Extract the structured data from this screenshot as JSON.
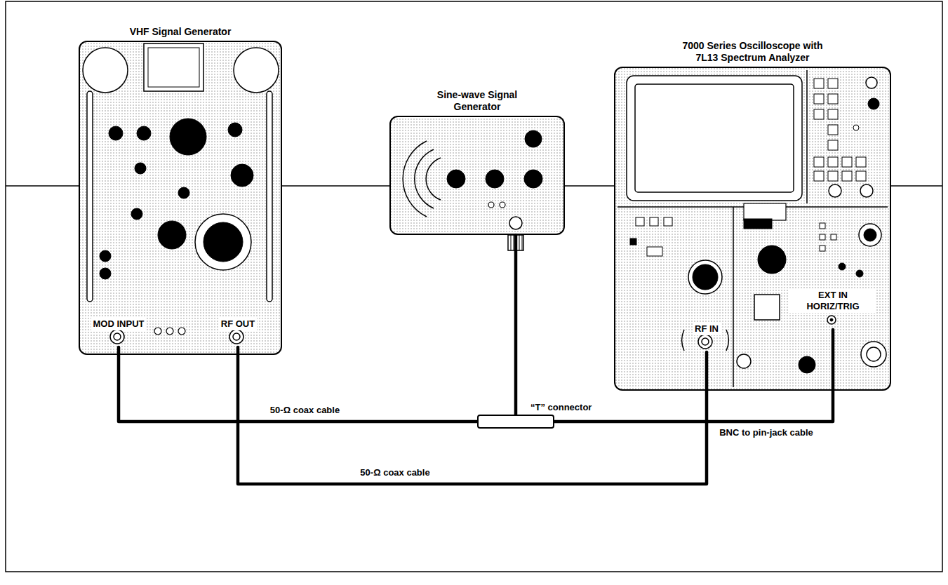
{
  "diagram": {
    "nodes": [
      {
        "text": [
          "VHF Signal Generator"
        ]
      },
      {
        "text": [
          "MOD INPUT"
        ],
        "in": 0
      },
      {
        "text": [
          "RF OUT"
        ],
        "in": 0
      },
      {
        "text": [
          "Sine-wave Signal Generator"
        ]
      },
      {
        "text": [
          "“T” connector"
        ]
      },
      {
        "text": [
          "7000 Series Oscilloscope with 7L13 Spectrum Analyzer"
        ]
      },
      {
        "text": [
          "RF IN"
        ],
        "in": 5
      },
      {
        "text": [
          "EXT IN HORIZ/TRIG"
        ],
        "in": 5
      }
    ],
    "edges": [
      {
        "from": 1,
        "to": 4,
        "arrow": "none",
        "label": "50-Ω coax cable"
      },
      {
        "from": 4,
        "to": 3,
        "arrow": "none"
      },
      {
        "from": 4,
        "to": 7,
        "arrow": "none",
        "label": "BNC to pin-jack cable"
      },
      {
        "from": 2,
        "to": 6,
        "arrow": "none",
        "label": "50-Ω coax cable"
      }
    ]
  }
}
